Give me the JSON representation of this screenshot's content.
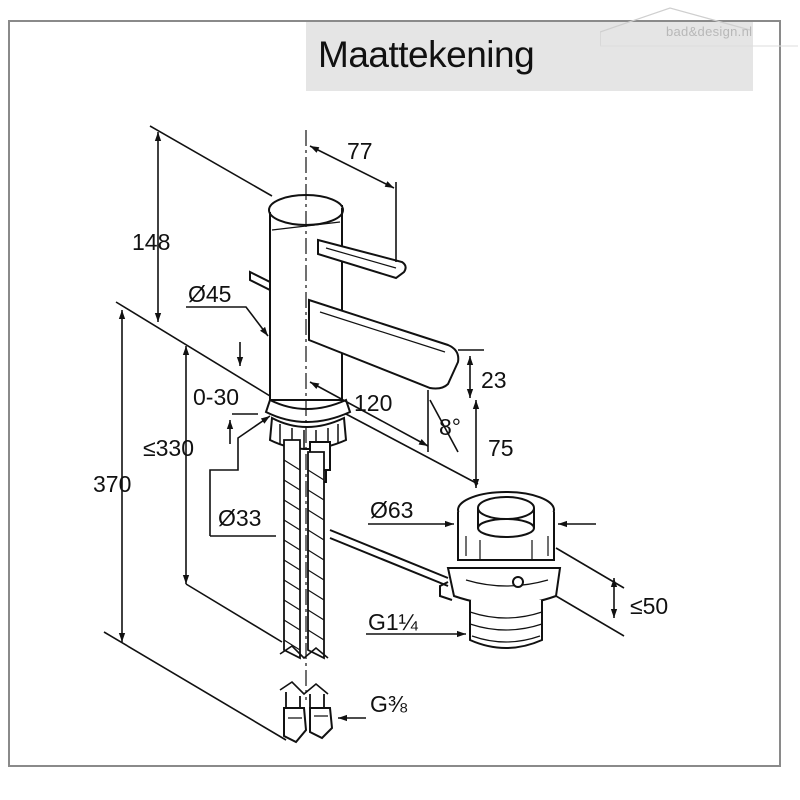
{
  "title": "Maattekening",
  "watermark": {
    "brand": "bad&design.nl"
  },
  "dimensions": {
    "d77": "77",
    "d148": "148",
    "d45": "Ø45",
    "d23": "23",
    "d0_30": "0-30",
    "d120": "120",
    "d8deg": "8°",
    "d330": "≤330",
    "d75": "75",
    "d370": "370",
    "d33": "Ø33",
    "d63": "Ø63",
    "d50": "≤50",
    "g114": "G1¼",
    "g38": "G⅜"
  },
  "colors": {
    "line": "#111111",
    "title_bg": "#e5e5e5",
    "frame": "#8a8a8a",
    "watermark": "#b8b8b8"
  }
}
